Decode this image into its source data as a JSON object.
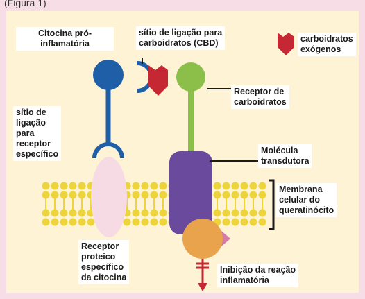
{
  "header": {
    "partial_text": "(Figura 1)"
  },
  "labels": {
    "cytokine": "Citocina pró-\ninflamatória",
    "cbd": "sítio de ligação para\ncarboidratos (CBD)",
    "exogenous": "carboidratos\nexógenos",
    "receptor_binding_site": "sítio de\nligação\npara\nreceptor\nespecífico",
    "carb_receptor": "Receptor de\ncarboidratos",
    "transducer": "Molécula\ntransdutora",
    "membrane": "Membrana\ncelular do\nqueratinócito",
    "protein_receptor": "Receptor\nproteico\nespecífico\nda citocina",
    "inhibition": "Inibição da reação\ninflamatória"
  },
  "colors": {
    "background": "#f7dde6",
    "panel": "#fff3d6",
    "cytokine": "#1f5fa8",
    "carb_receptor": "#8bbf4a",
    "exogenous_carb": "#c62833",
    "transducer": "#6a4a9c",
    "protein_receptor": "#f6dbe4",
    "lipid": "#ecd43a",
    "effector": "#e8a34c",
    "effector_tip": "#d77aa6",
    "arrow": "#c62833"
  },
  "icons": [
    "exogenous-carbohydrate-icon"
  ]
}
